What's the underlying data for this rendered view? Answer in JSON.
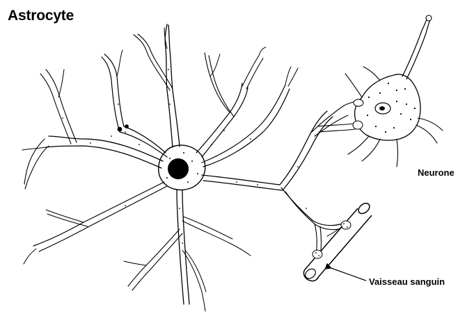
{
  "title": "Astrocyte",
  "labels": {
    "neuron": "Neurone",
    "vessel": "Vaisseau sanguin"
  },
  "colors": {
    "ink": "#000000",
    "background": "#ffffff"
  }
}
